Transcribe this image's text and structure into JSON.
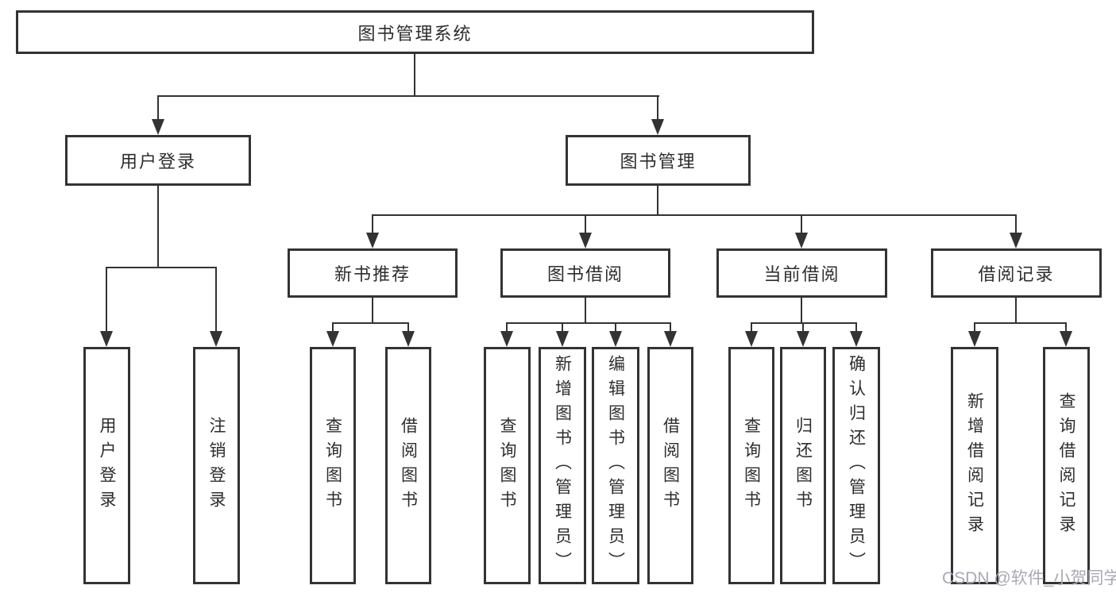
{
  "tree": {
    "root": {
      "label": "图书管理系统"
    },
    "children": [
      {
        "label": "用户登录",
        "children": [
          {
            "label": "用户登录"
          },
          {
            "label": "注销登录"
          }
        ]
      },
      {
        "label": "图书管理",
        "children": [
          {
            "label": "新书推荐",
            "children": [
              {
                "label": "查询图书"
              },
              {
                "label": "借阅图书"
              }
            ]
          },
          {
            "label": "图书借阅",
            "children": [
              {
                "label": "查询图书"
              },
              {
                "label": "新增图书（管理员）"
              },
              {
                "label": "编辑图书（管理员）"
              },
              {
                "label": "借阅图书"
              }
            ]
          },
          {
            "label": "当前借阅",
            "children": [
              {
                "label": "查询图书"
              },
              {
                "label": "归还图书"
              },
              {
                "label": "确认归还（管理员）"
              }
            ]
          },
          {
            "label": "借阅记录",
            "children": [
              {
                "label": "新增借阅记录"
              },
              {
                "label": "查询借阅记录"
              }
            ]
          }
        ]
      }
    ]
  },
  "watermark": {
    "text": "CSDN @软件_小贺同学"
  },
  "colors": {
    "line": "#333333",
    "text": "#2d2d2d",
    "background": "#ffffff",
    "watermark": "#a9a9b1"
  }
}
